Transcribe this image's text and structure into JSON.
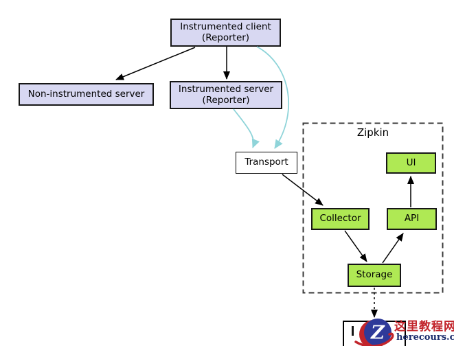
{
  "diagram": {
    "nodes": {
      "instrumented_client": "Instrumented client\n(Reporter)",
      "non_instrumented_server": "Non-instrumented server",
      "instrumented_server": "Instrumented server\n(Reporter)",
      "transport": "Transport",
      "collector": "Collector",
      "storage": "Storage",
      "api": "API",
      "ui": "UI"
    },
    "container_label": "Zipkin",
    "edges": [
      {
        "from": "instrumented_client",
        "to": "non_instrumented_server",
        "style": "solid-black"
      },
      {
        "from": "instrumented_client",
        "to": "instrumented_server",
        "style": "solid-black"
      },
      {
        "from": "instrumented_client",
        "to": "transport",
        "style": "curved-cyan"
      },
      {
        "from": "instrumented_server",
        "to": "transport",
        "style": "curved-cyan"
      },
      {
        "from": "transport",
        "to": "collector",
        "style": "solid-black"
      },
      {
        "from": "collector",
        "to": "storage",
        "style": "solid-black"
      },
      {
        "from": "storage",
        "to": "api",
        "style": "solid-black"
      },
      {
        "from": "api",
        "to": "ui",
        "style": "solid-black"
      },
      {
        "from": "storage",
        "to": "offscreen-bottom-box",
        "style": "dashed-black"
      }
    ],
    "colors": {
      "instrumented_fill": "#D8D8F2",
      "zipkin_component_fill": "#AFE954",
      "transport_fill": "#FFFFFF",
      "edge_black": "#000000",
      "edge_cyan": "#8FD4D9"
    }
  },
  "watermark": {
    "site_name": "这里教程网",
    "site_url": "herecours.com",
    "logo_letter": "Z",
    "colors": {
      "red": "#C2242B",
      "circle_navy": "#2F3A99",
      "url_navy": "#1A2B6B"
    }
  }
}
